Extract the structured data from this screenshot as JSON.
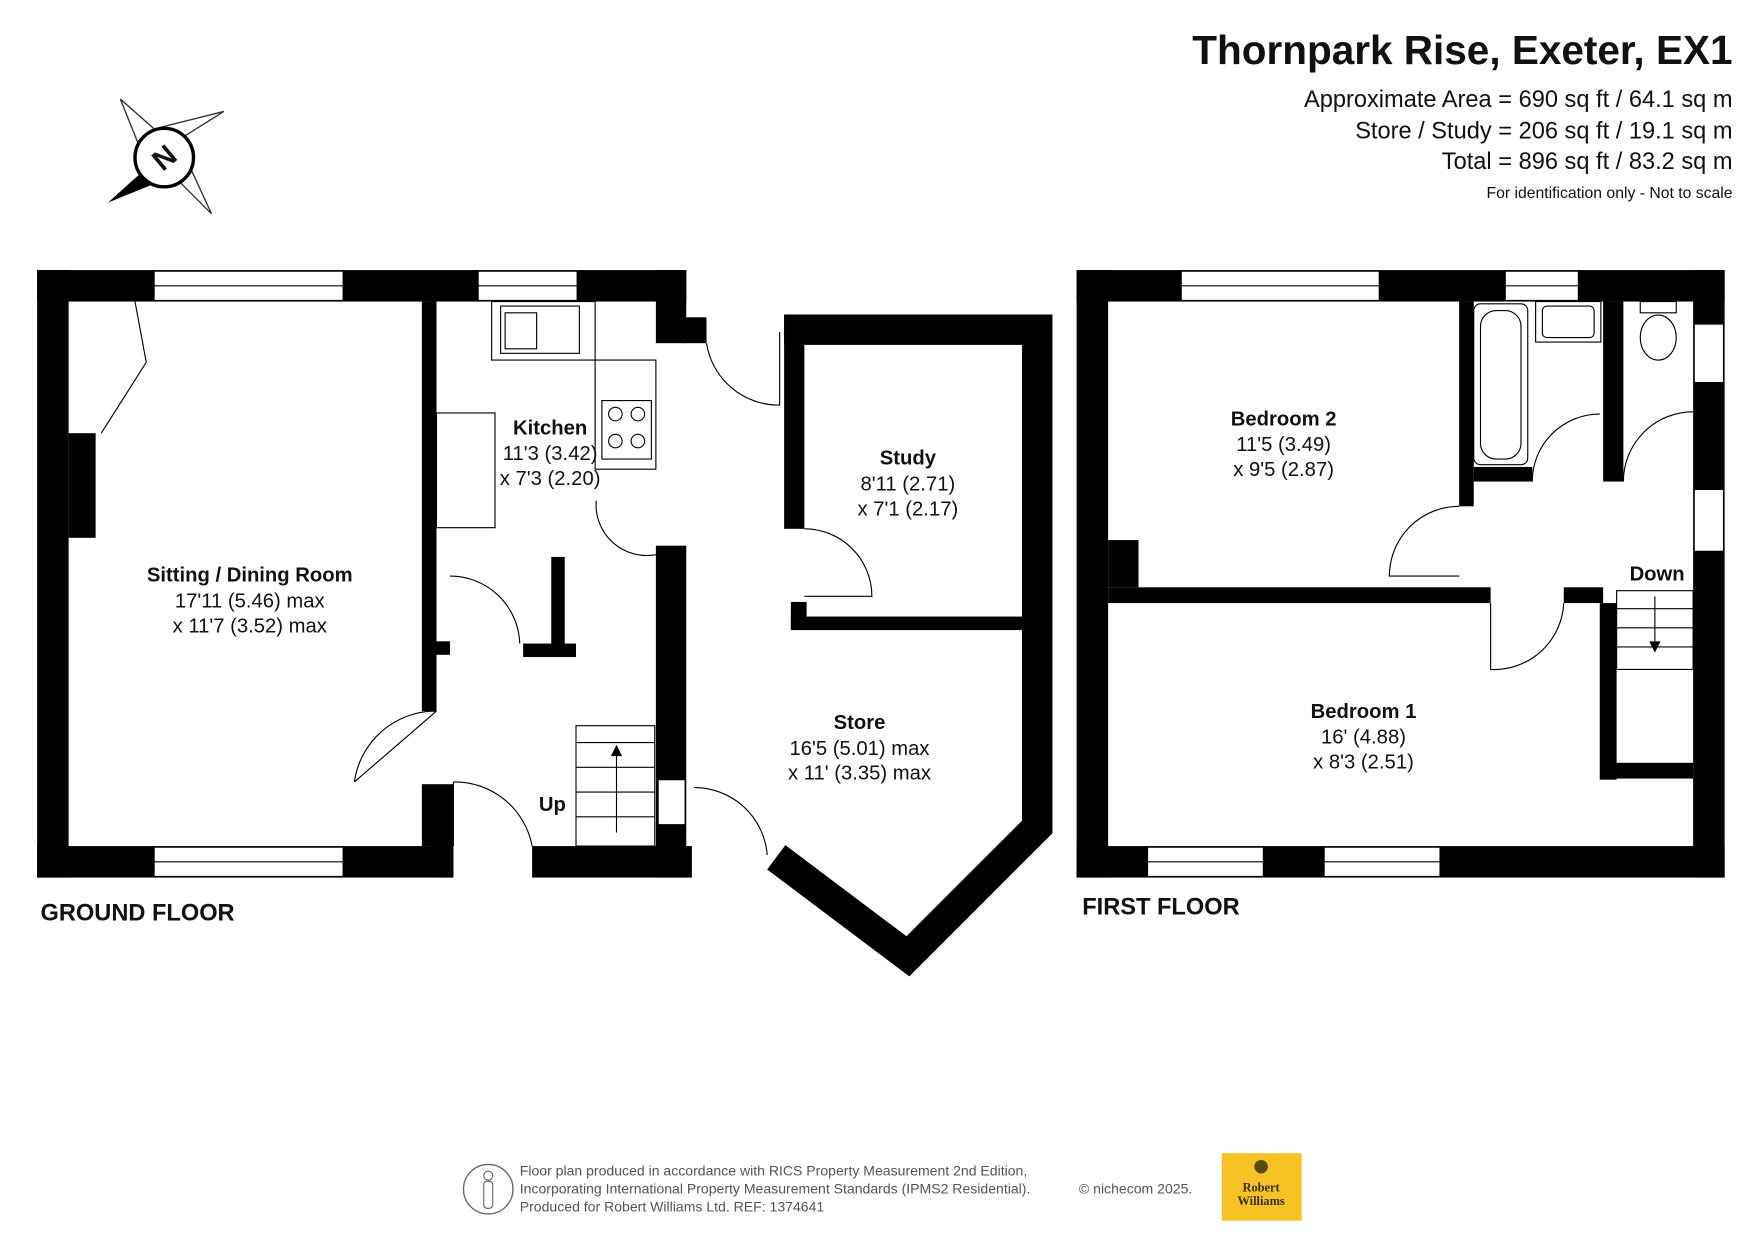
{
  "header": {
    "title": "Thornpark Rise, Exeter, EX1",
    "areas": [
      "Approximate Area = 690 sq ft / 64.1 sq m",
      "Store / Study = 206 sq ft / 19.1 sq m",
      "Total = 896 sq ft / 83.2 sq m"
    ],
    "disclaimer": "For identification only - Not to scale"
  },
  "compass": {
    "label": "N",
    "icon": "compass-north-icon"
  },
  "ground_floor": {
    "title": "GROUND FLOOR",
    "rooms": [
      {
        "name": "Sitting / Dining Room",
        "dim1": "17'11 (5.46) max",
        "dim2": "x 11'7 (3.52) max"
      },
      {
        "name": "Kitchen",
        "dim1": "11'3 (3.42)",
        "dim2": "x 7'3 (2.20)"
      },
      {
        "name": "Study",
        "dim1": "8'11 (2.71)",
        "dim2": "x 7'1 (2.17)"
      },
      {
        "name": "Store",
        "dim1": "16'5 (5.01) max",
        "dim2": "x 11' (3.35) max"
      }
    ],
    "stairs_label": "Up"
  },
  "first_floor": {
    "title": "FIRST FLOOR",
    "rooms": [
      {
        "name": "Bedroom 2",
        "dim1": "11'5 (3.49)",
        "dim2": "x 9'5 (2.87)"
      },
      {
        "name": "Bedroom 1",
        "dim1": "16' (4.88)",
        "dim2": "x 8'3 (2.51)"
      }
    ],
    "stairs_label": "Down"
  },
  "footer": {
    "lines": [
      "Floor plan produced in accordance with RICS Property Measurement 2nd Edition,",
      "Incorporating International Property Measurement Standards (IPMS2 Residential).",
      "Produced for Robert Williams Ltd.   REF:  1374641"
    ],
    "copyright": "© nichecom 2025.",
    "logo_text": [
      "Robert",
      "Williams"
    ],
    "logo_color": "#F7C324"
  }
}
